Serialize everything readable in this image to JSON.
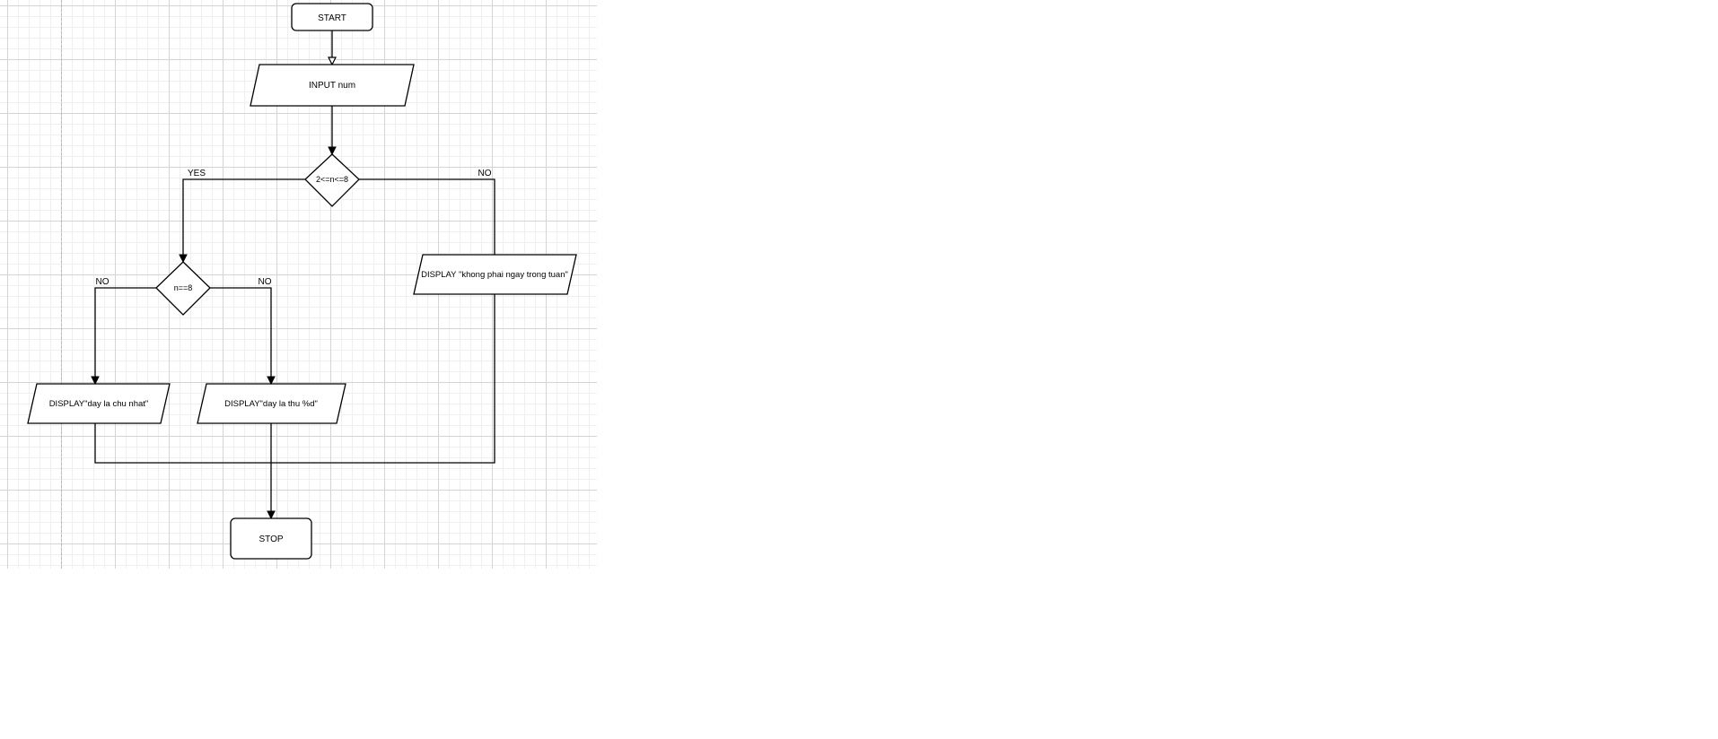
{
  "diagram": {
    "nodes": {
      "start": "START",
      "input": "INPUT num",
      "decision_range": "2<=n<=8",
      "decision_equal": "n==8",
      "display_invalid": "DISPLAY \"khong phai ngay trong tuan\"",
      "display_sunday": "DISPLAY\"day la chu nhat\"",
      "display_weekday": "DISPLAY\"day la thu %d\"",
      "stop": "STOP"
    },
    "edge_labels": {
      "range_yes": "YES",
      "range_no": "NO",
      "equal_left": "NO",
      "equal_right": "NO"
    }
  }
}
